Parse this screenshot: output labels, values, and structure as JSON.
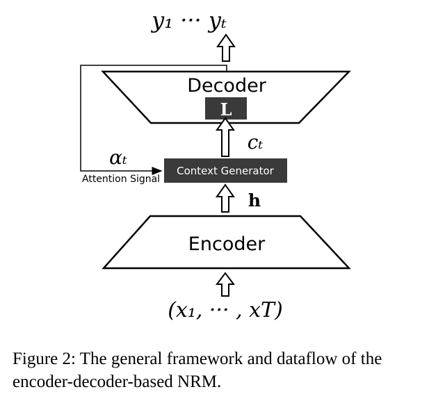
{
  "diagram": {
    "output_label": "y₁ ··· yₜ",
    "decoder_label": "Decoder",
    "decoder_inner_label": "L",
    "context_vector_label": "cₜ",
    "attention_weight_label": "αₜ",
    "attention_signal_label": "Attention Signal",
    "context_generator_label": "Context Generator",
    "hidden_label": "h",
    "encoder_label": "Encoder",
    "input_label": "(x₁, ··· , xT)",
    "colors": {
      "dark_box": "#3a3a3a",
      "line": "#000000",
      "box_text": "#ffffff"
    }
  },
  "caption": {
    "text": "Figure 2: The general framework and dataflow of the encoder-decoder-based NRM."
  }
}
